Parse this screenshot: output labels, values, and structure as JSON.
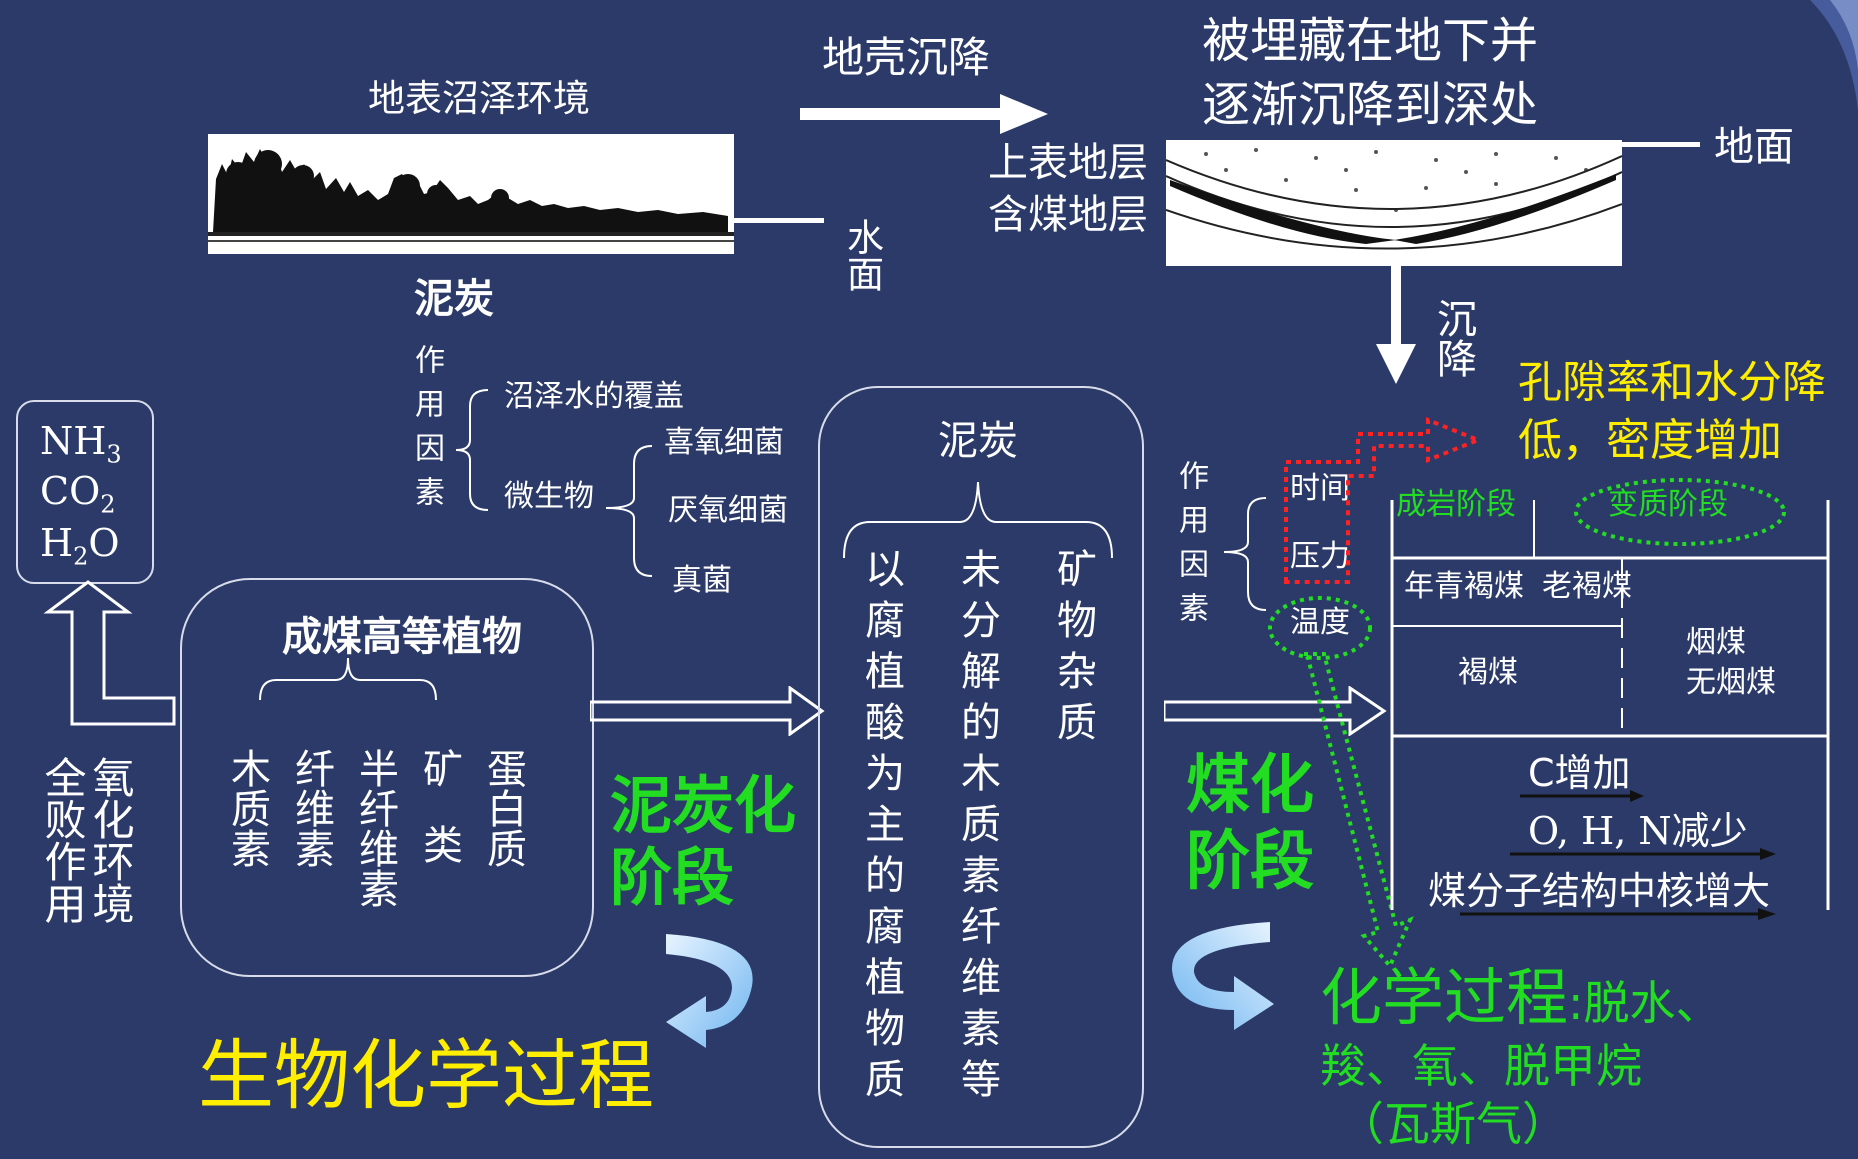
{
  "top": {
    "swamp_title": "地表沼泽环境",
    "water_surface": "水面",
    "peat_label": "泥炭",
    "crust_subsidence": "地壳沉降",
    "buried_line1": "被埋藏在地下并",
    "buried_line2": "逐渐沉降到深处",
    "ground_label": "地面",
    "upper_layer": "上表地层",
    "coal_layer": "含煤地层",
    "subsidence_down": "沉降"
  },
  "gases": {
    "nh3": "NH",
    "nh3_sub": "3",
    "co2": "CO",
    "co2_sub": "2",
    "h2o": "H",
    "h2o_sub": "2",
    "h2o_tail": "O"
  },
  "left_env": {
    "col1": "全败作用",
    "col2": "氧化环境"
  },
  "plants": {
    "title": "成煤高等植物",
    "components": [
      "木质素",
      "纤维素",
      "半纤维素",
      "矿类",
      "蛋白质"
    ]
  },
  "factors1": {
    "title": "作用因素",
    "swamp_water": "沼泽水的覆盖",
    "microbes": "微生物",
    "aerobic": "喜氧细菌",
    "anaerobic": "厌氧细菌",
    "fungi": "真菌"
  },
  "peat_box": {
    "title": "泥炭",
    "col1": "以腐植酸为主的腐植物质",
    "col2": "未分解的木质素纤维素等",
    "col3": "矿物杂质"
  },
  "stage1": {
    "line1": "泥炭化",
    "line2": "阶段"
  },
  "bio_process": "生物化学过程",
  "factors2": {
    "title": "作用因素",
    "time": "时间",
    "pressure": "压力",
    "temperature": "温度"
  },
  "porosity": {
    "line1": "孔隙率和水分降",
    "line2": "低，密度增加"
  },
  "stage2": {
    "line1": "煤化",
    "line2": "阶段"
  },
  "table": {
    "diagenesis": "成岩阶段",
    "metamorphic": "变质阶段",
    "young_brown": "年青褐煤",
    "old_brown": "老褐煤",
    "lignite": "褐煤",
    "bituminous": "烟煤",
    "anthracite": "无烟煤",
    "c_increase": "C增加",
    "ohn_decrease": "O, H, N减少",
    "nucleus": "煤分子结构中核增大"
  },
  "chem": {
    "title": "化学过程",
    "detail1": ":脱水、",
    "line2": "羧、氧、脱甲烷",
    "line3": "（瓦斯气）"
  },
  "colors": {
    "background": "#2b3a68",
    "green": "#22dd22",
    "yellow": "#ffee00",
    "red_dotted": "#ff2222"
  }
}
